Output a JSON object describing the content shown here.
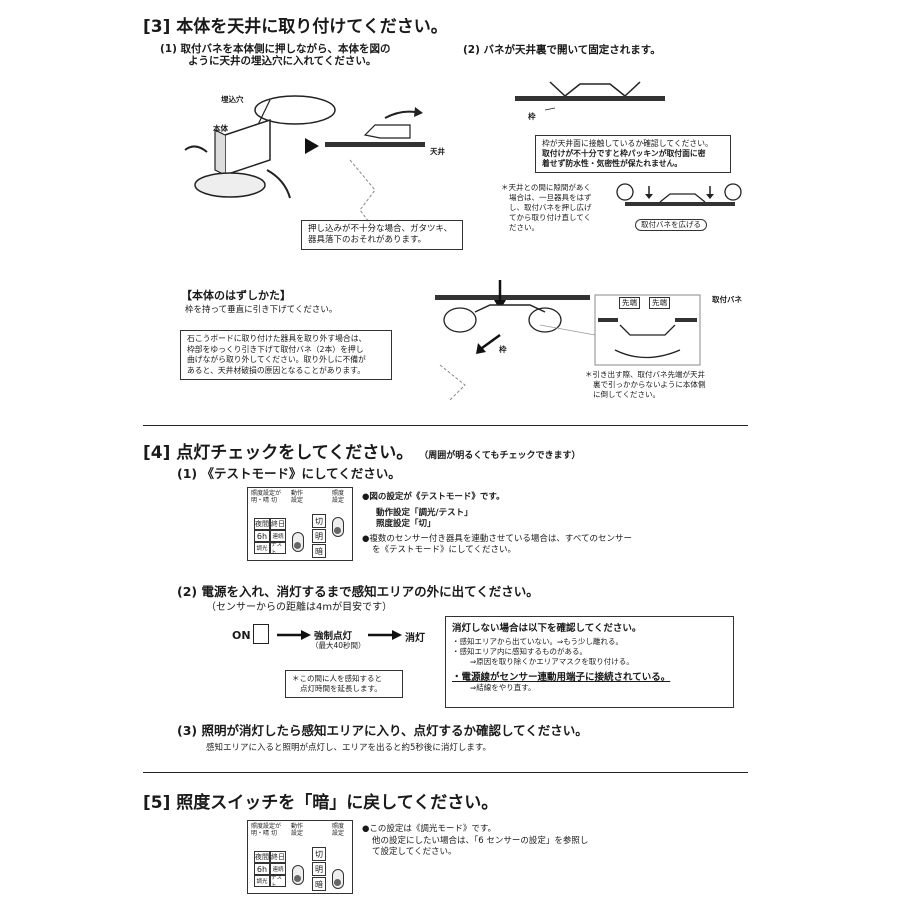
{
  "sec3": {
    "title": "[3] 本体を天井に取り付けてください。",
    "step1": {
      "lines": [
        "(1) 取付バネを本体側に押しながら、本体を図の",
        "ように天井の埋込穴に入れてください。"
      ]
    },
    "step2": {
      "title": "(2) バネが天井裏で開いて固定されます。"
    },
    "labels": {
      "umekomiana": "埋込穴",
      "hontai": "本体",
      "tenjou": "天井",
      "waku": "枠",
      "waku2": "枠",
      "toritsukebane": "取付バネ",
      "sentan1": "先端",
      "sentan2": "先端"
    },
    "warn_box": [
      "押し込みが不十分な場合、ガタツキ、",
      "器具落下のおそれがあります。"
    ],
    "check_box": [
      "枠が天井面に接触しているか確認してください。",
      "取付けが不十分ですと枠パッキンが取付面に密",
      "着せず防水性・気密性が保たれません。"
    ],
    "gap_note": [
      "＊天井との間に隙間があく",
      "場合は、一旦器具をはず",
      "し、取付バネを押し広げ",
      "てから取り付け直してく",
      "ださい。"
    ],
    "spread_label": "取付バネを広げる",
    "remove": {
      "title": "【本体のはずしかた】",
      "desc": "枠を持って垂直に引き下げてください。",
      "box": [
        "石こうボードに取り付けた器具を取り外す場合は、",
        "枠部をゆっくり引き下げて取付バネ（2本）を押し",
        "曲げながら取り外してください。取り外しに不備が",
        "あると、天井材破損の原因となることがあります。"
      ],
      "note": [
        "＊引き出す際、取付バネ先端が天井",
        "裏で引っかからないように本体側",
        "に倒してください。"
      ]
    }
  },
  "sec4": {
    "title": "[4] 点灯チェックをしてください。",
    "title_note": "（周囲が明るくてもチェックできます）",
    "step1": {
      "title": "(1) 《テストモード》にしてください。"
    },
    "bullets": [
      {
        "text": "●図の設定が《テストモード》です。"
      },
      {
        "text": "動作設定「調光/テスト」"
      },
      {
        "text": "照度設定「切」"
      },
      {
        "text": "●複数のセンサー付き器具を連動させている場合は、すべてのセンサー"
      },
      {
        "text": "を《テストモード》にしてください。"
      }
    ],
    "step2": {
      "title": "(2) 電源を入れ、消灯するまで感知エリアの外に出てください。",
      "sub": "（センサーからの距離は4mが目安です）"
    },
    "flow": {
      "on": "ON",
      "force": "強制点灯",
      "force_sub": "（最大40秒間）",
      "off": "消灯"
    },
    "flow_note": [
      "＊この間に人を感知すると",
      "点灯時間を延長します。"
    ],
    "check": {
      "title": "消灯しない場合は以下を確認してください。",
      "items": [
        "・感知エリアから出ていない。⇒もう少し離れる。",
        "・感知エリア内に感知するものがある。",
        "⇒原因を取り除くかエリアマスクを取り付ける。",
        "・電源線がセンサー連動用端子に接続されている。",
        "⇒結線をやり直す。"
      ]
    },
    "step3": {
      "title": "(3) 照明が消灯したら感知エリアに入り、点灯するか確認してください。",
      "desc": "感知エリアに入ると照明が点灯し、エリアを出ると約5秒後に消灯します。"
    }
  },
  "sec5": {
    "title": "[5] 照度スイッチを「暗」に戻してください。",
    "lines": [
      "●この設定は《調光モード》です。",
      "他の設定にしたい場合は、「6 センサーの設定」を参照し",
      "て設定してください。"
    ]
  },
  "switch_panel": {
    "hdr1": "照度設定が",
    "hdr1b": "明・晴",
    "hdr1c": "切",
    "hdr2": "動作",
    "hdr2b": "設定",
    "hdr3": "照度",
    "hdr3b": "設定",
    "c1": "夜間",
    "c2": "調光",
    "c3": "6h",
    "c4": "終日",
    "c5": "連続",
    "c6": "テスト",
    "r1": "切",
    "r2": "明",
    "r3": "暗"
  }
}
